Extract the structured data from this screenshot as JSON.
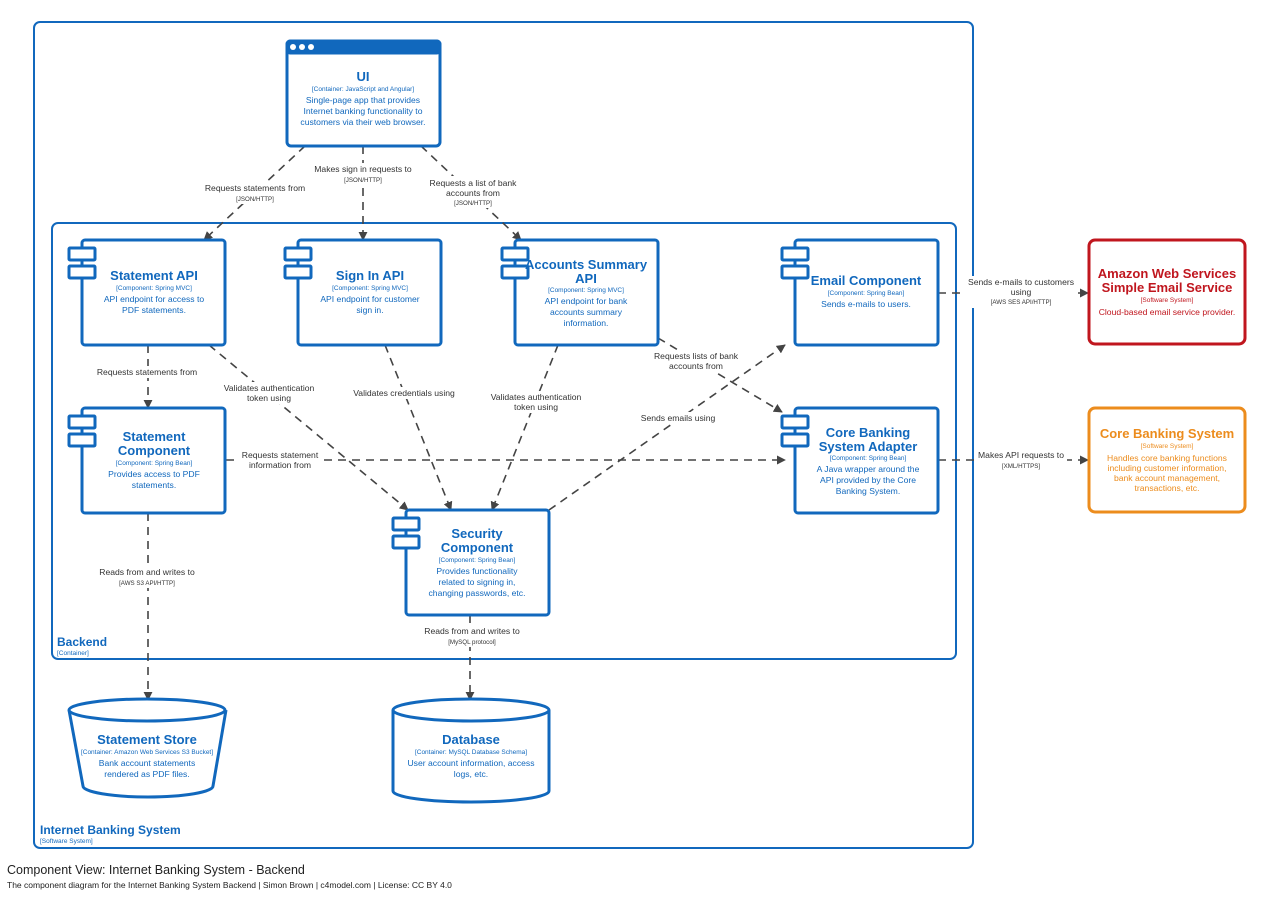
{
  "boundaries": {
    "system": {
      "name": "Internet Banking System",
      "type": "[Software System]"
    },
    "container": {
      "name": "Backend",
      "type": "[Container]"
    }
  },
  "elements": {
    "ui": {
      "name": "UI",
      "tech": "[Container: JavaScript and Angular]",
      "desc": [
        "Single-page app that provides",
        "Internet banking functionality to",
        "customers via their web browser."
      ]
    },
    "statement_api": {
      "name": [
        "Statement API"
      ],
      "tech": "[Component: Spring MVC]",
      "desc": [
        "API endpoint for access to",
        "PDF statements."
      ]
    },
    "signin_api": {
      "name": [
        "Sign In API"
      ],
      "tech": "[Component: Spring MVC]",
      "desc": [
        "API endpoint for customer",
        "sign in."
      ]
    },
    "accounts_api": {
      "name": [
        "Accounts Summary",
        "API"
      ],
      "tech": "[Component: Spring MVC]",
      "desc": [
        "API endpoint for bank",
        "accounts summary",
        "information."
      ]
    },
    "email_component": {
      "name": [
        "Email Component"
      ],
      "tech": "[Component: Spring Bean]",
      "desc": [
        "Sends e-mails to users."
      ]
    },
    "statement_component": {
      "name": [
        "Statement",
        "Component"
      ],
      "tech": "[Component: Spring Bean]",
      "desc": [
        "Provides access to PDF",
        "statements."
      ]
    },
    "core_adapter": {
      "name": [
        "Core Banking",
        "System Adapter"
      ],
      "tech": "[Component: Spring Bean]",
      "desc": [
        "A Java wrapper around the",
        "API provided by the Core",
        "Banking System."
      ]
    },
    "security_component": {
      "name": [
        "Security",
        "Component"
      ],
      "tech": "[Component: Spring Bean]",
      "desc": [
        "Provides functionality",
        "related to signing in,",
        "changing passwords, etc."
      ]
    },
    "statement_store": {
      "name": "Statement Store",
      "tech": "[Container: Amazon Web Services S3 Bucket]",
      "desc": [
        "Bank account statements",
        "rendered as PDF files."
      ]
    },
    "database": {
      "name": "Database",
      "tech": "[Container: MySQL Database Schema]",
      "desc": [
        "User account information, access",
        "logs, etc."
      ]
    },
    "aws_ses": {
      "name": [
        "Amazon Web Services",
        "Simple Email Service"
      ],
      "tech": "[Software System]",
      "desc": [
        "Cloud-based email service provider."
      ]
    },
    "core_banking": {
      "name": [
        "Core Banking System"
      ],
      "tech": "[Software System]",
      "desc": [
        "Handles core banking functions",
        "including customer information,",
        "bank account management,",
        "transactions, etc."
      ]
    }
  },
  "relationships": {
    "ui_statement": {
      "label": [
        "Requests statements from"
      ],
      "tech": "[JSON/HTTP]"
    },
    "ui_signin": {
      "label": [
        "Makes sign in requests to"
      ],
      "tech": "[JSON/HTTP]"
    },
    "ui_accounts": {
      "label": [
        "Requests a list of bank",
        "accounts from"
      ],
      "tech": "[JSON/HTTP]"
    },
    "stmtapi_stmtcomp": {
      "label": [
        "Requests statements from"
      ],
      "tech": ""
    },
    "stmtapi_security": {
      "label": [
        "Validates authentication",
        "token using"
      ],
      "tech": ""
    },
    "signin_security": {
      "label": [
        "Validates credentials using"
      ],
      "tech": ""
    },
    "accounts_security": {
      "label": [
        "Validates authentication",
        "token using"
      ],
      "tech": ""
    },
    "accounts_core": {
      "label": [
        "Requests lists of bank",
        "accounts from"
      ],
      "tech": ""
    },
    "security_email": {
      "label": [
        "Sends emails using"
      ],
      "tech": ""
    },
    "stmtcomp_core": {
      "label": [
        "Requests statement",
        "information from"
      ],
      "tech": ""
    },
    "stmtcomp_store": {
      "label": [
        "Reads from and writes to"
      ],
      "tech": "[AWS S3 API/HTTP]"
    },
    "security_db": {
      "label": [
        "Reads from and writes to"
      ],
      "tech": "[MySQL protocol]"
    },
    "email_ses": {
      "label": [
        "Sends e-mails to customers",
        "using"
      ],
      "tech": "[AWS SES API/HTTP]"
    },
    "core_corebank": {
      "label": [
        "Makes API requests to"
      ],
      "tech": "[XML/HTTPS]"
    }
  },
  "footer": {
    "title": "Component View: Internet Banking System - Backend",
    "subtitle": "The component diagram for the Internet Banking System Backend | Simon Brown | c4model.com | License: CC BY 4.0"
  }
}
